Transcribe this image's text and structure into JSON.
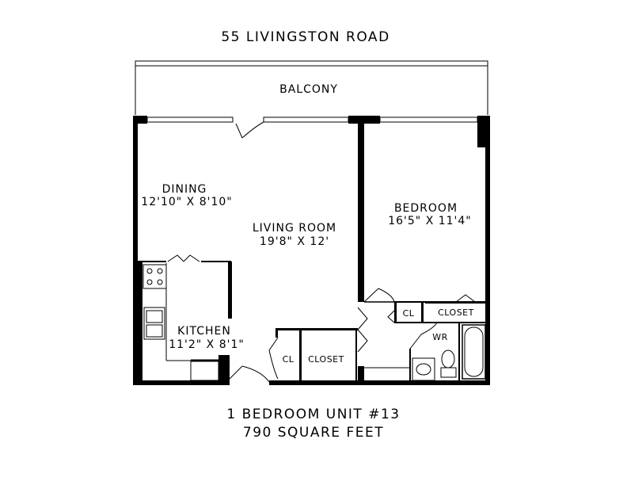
{
  "title": "55 LIVINGSTON ROAD",
  "rooms": {
    "balcony": "BALCONY",
    "dining_name": "DINING",
    "dining_size": "12'10\" X 8'10\"",
    "living_name": "LIVING ROOM",
    "living_size": "19'8\" X 12'",
    "bedroom_name": "BEDROOM",
    "bedroom_size": "16'5\" X 11'4\"",
    "kitchen_name": "KITCHEN",
    "kitchen_size": "11'2\" X 8'1\"",
    "cl_hall": "CL",
    "closet_hall": "CLOSET",
    "cl_bed": "CL",
    "closet_bed": "CLOSET",
    "wr": "WR"
  },
  "footer": {
    "unit": "1 BEDROOM UNIT #13",
    "area": "790 SQUARE FEET"
  }
}
